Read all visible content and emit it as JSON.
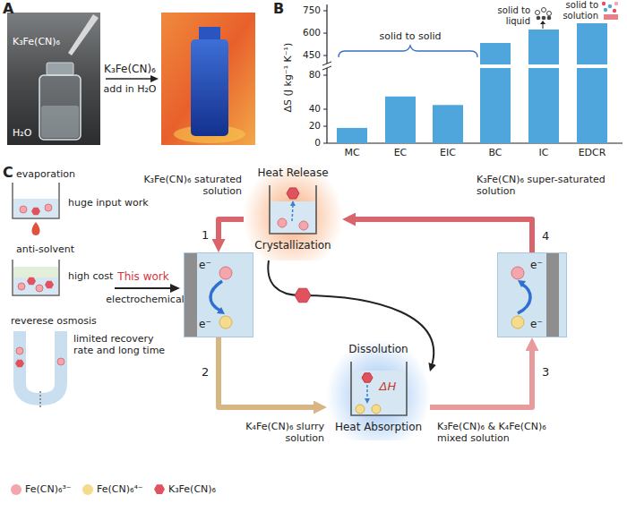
{
  "diagram": {
    "nodes": [
      {
        "text": [
          "Heat Release",
          "Crystallization"
        ]
      },
      {
        "text": [
          "e⁻",
          "e⁻"
        ]
      },
      {
        "text": [
          "e⁻",
          "e⁻"
        ]
      },
      {
        "text": [
          "Dissolution",
          "ΔH",
          "Heat Absorption"
        ]
      }
    ],
    "edges": [
      {
        "from": 0,
        "to": 1,
        "label": "1",
        "arrow": "to"
      },
      {
        "from": 1,
        "to": 3,
        "label": "2",
        "arrow": "to"
      },
      {
        "from": 3,
        "to": 2,
        "label": "3",
        "arrow": "to"
      },
      {
        "from": 2,
        "to": 0,
        "label": "4",
        "arrow": "to"
      },
      {
        "from": 0,
        "to": 3,
        "arrow": "to"
      }
    ],
    "labels": [
      "A",
      "K₃Fe(CN)₆",
      "H₂O",
      "K₃Fe(CN)₆",
      "add in H₂O",
      "B",
      "ΔS (J kg⁻¹ K⁻¹)",
      "750",
      "600",
      "450",
      "80",
      "40",
      "20",
      "0",
      "MC",
      "EC",
      "EIC",
      "BC",
      "IC",
      "EDCR",
      "solid to solid",
      "solid to liquid",
      "solid to solution",
      "C",
      "evaporation",
      "huge input work",
      "anti-solvent",
      "high cost",
      "reverese osmosis",
      "limited recovery rate and long time",
      "This work",
      "electrochemical",
      "K₃Fe(CN)₆ saturated solution",
      "K₃Fe(CN)₆ super-saturated solution",
      "K₄Fe(CN)₆ slurry solution",
      "K₃Fe(CN)₆ & K₄Fe(CN)₆ mixed solution"
    ],
    "legend": [
      {
        "text": "Fe(CN)₆³⁻",
        "color": "#f3a6ab"
      },
      {
        "text": "Fe(CN)₆⁴⁻",
        "color": "#f5dc8c"
      },
      {
        "text": "K₃Fe(CN)₆",
        "color": "#e0525e"
      }
    ]
  }
}
